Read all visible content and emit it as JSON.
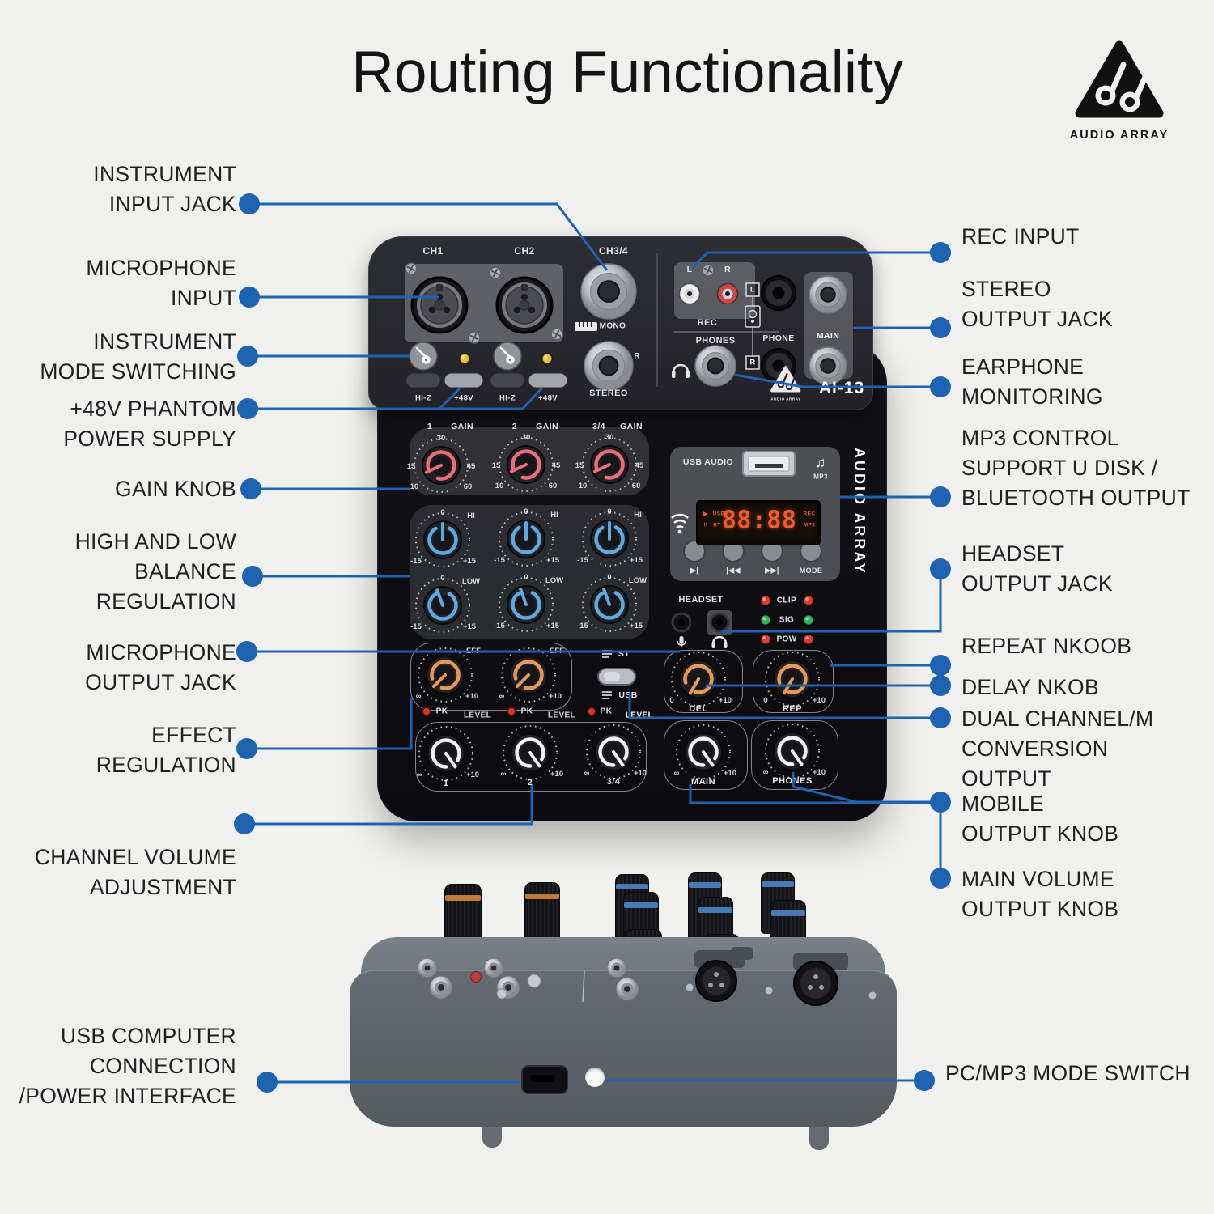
{
  "title": "Routing Functionality",
  "brand": {
    "name": "AUDIO ARRAY",
    "model": "AI-13"
  },
  "colors": {
    "background": "#f0f0ee",
    "accent_line": "#1d63b2",
    "mixer_body": "#0d0d11",
    "mixer_panel": "#28282e",
    "gain_ring": "#e86e78",
    "eq_ring": "#5fa8e0",
    "fx_ring": "#e89a55",
    "level_ring": "#f2f2f2",
    "led_red": "#e03a2e",
    "led_green": "#2fb457",
    "led_yellow": "#e5c33c",
    "display_digits": "#ef5a2b"
  },
  "callouts": {
    "left": [
      "INSTRUMENT\nINPUT JACK",
      "MICROPHONE\nINPUT",
      "INSTRUMENT\nMODE SWITCHING",
      "+48V PHANTOM\nPOWER SUPPLY",
      "GAIN KNOB",
      "HIGH AND LOW\nBALANCE\nREGULATION",
      "MICROPHONE\nOUTPUT JACK",
      "EFFECT\nREGULATION",
      "CHANNEL VOLUME\nADJUSTMENT",
      "USB COMPUTER\nCONNECTION\n/POWER INTERFACE"
    ],
    "right": [
      "REC INPUT",
      "STEREO\nOUTPUT JACK",
      "EARPHONE\nMONITORING",
      "MP3 CONTROL\nSUPPORT U DISK /\nBLUETOOTH OUTPUT",
      "HEADSET\nOUTPUT JACK",
      "REPEAT NKOOB",
      "DELAY NKOB",
      "DUAL CHANNEL/M\nCONVERSION\nOUTPUT",
      "MOBILE\nOUTPUT KNOB",
      "MAIN VOLUME\nOUTPUT KNOB",
      "PC/MP3 MODE SWITCH"
    ]
  },
  "mixer": {
    "channels": [
      "CH1",
      "CH2",
      "CH3/4"
    ],
    "jack_labels": {
      "mono": "MONO",
      "stereo": "STEREO",
      "right": "R",
      "left": "L",
      "rec": "REC",
      "phones": "PHONES",
      "phone": "PHONE",
      "main": "MAIN"
    },
    "switches": {
      "hi_z": "HI-Z",
      "phantom": "+48V"
    },
    "gain": {
      "numbers": [
        "1",
        "2",
        "3/4"
      ],
      "label": "GAIN",
      "scale": {
        "top": "30",
        "left": "15",
        "right": "45",
        "bl": "10",
        "br": "60"
      }
    },
    "eq": {
      "hi": "HI",
      "low": "LOW",
      "scale": {
        "top": "0",
        "bl": "-15",
        "br": "+15"
      }
    },
    "mp3": {
      "usb_audio": "USB AUDIO",
      "mp3": "MP3",
      "display": "88:88",
      "indicators": [
        "USB",
        "BT",
        "REC",
        "MP3"
      ],
      "play": "▶",
      "pause": "II",
      "buttons": [
        "▶|",
        "|◀◀",
        "▶▶|",
        "MODE"
      ]
    },
    "headset": {
      "label": "HEADSET",
      "leds": [
        "CLIP",
        "SIG",
        "POW"
      ]
    },
    "fx": {
      "eff": "EFF",
      "pk": "PK",
      "level": "LEVEL",
      "st": "ST",
      "usb": "USB",
      "del": "DEL",
      "rep": "REP",
      "scale": {
        "zero": "0",
        "inf": "∞",
        "plus10": "+10"
      }
    },
    "outputs": {
      "levels": [
        "1",
        "2",
        "3/4"
      ],
      "main": "MAIN",
      "phones": "PHONES"
    }
  }
}
